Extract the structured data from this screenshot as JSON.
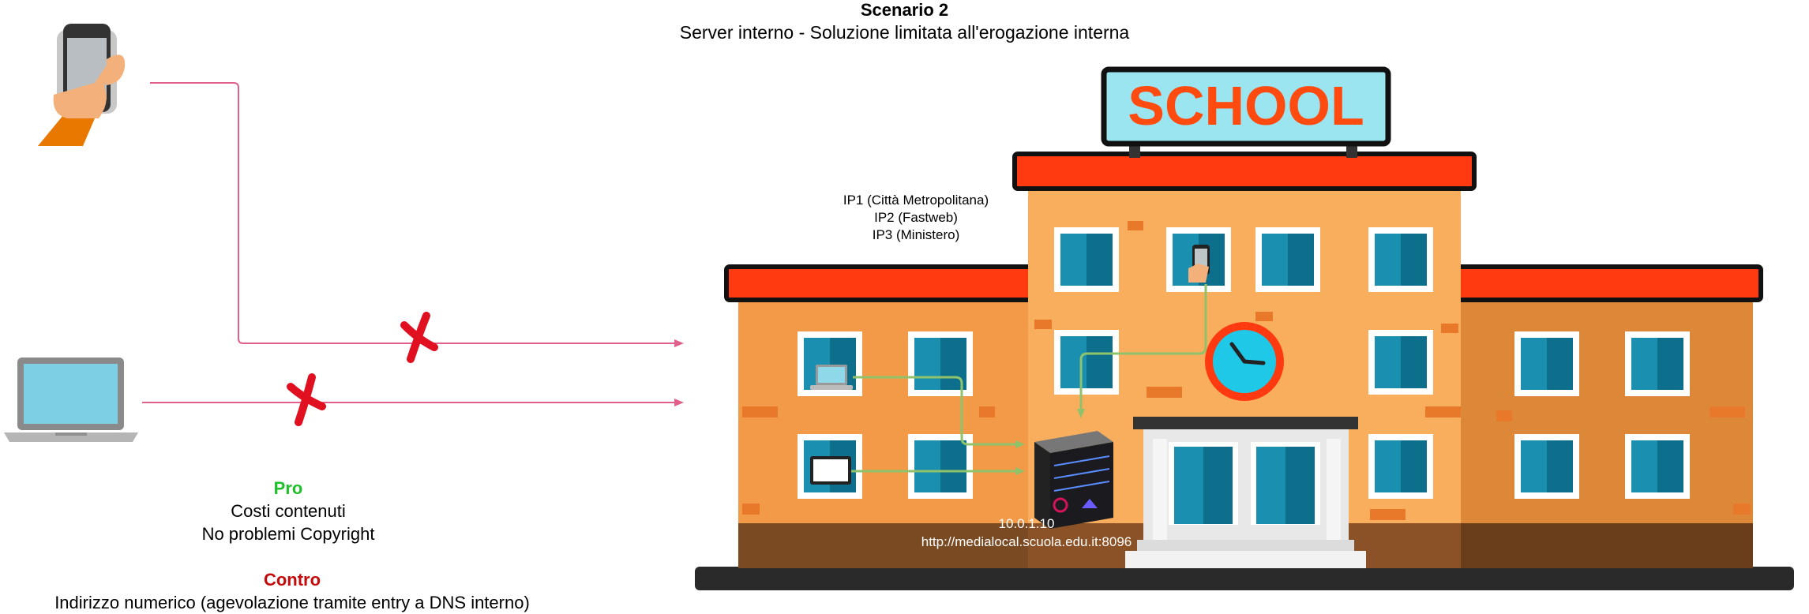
{
  "title": "Scenario 2",
  "subtitle": "Server interno - Soluzione limitata all'erogazione interna",
  "school_sign": "SCHOOL",
  "ip_list": [
    "IP1 (Città Metropolitana)",
    "IP2 (Fastweb)",
    "IP3 (Ministero)"
  ],
  "server": {
    "ip": "10.0.1.10",
    "url": "http://medialocal.scuola.edu.it:8096"
  },
  "pro": {
    "heading": "Pro",
    "items": [
      "Costi contenuti",
      "No problemi Copyright"
    ]
  },
  "contro": {
    "heading": "Contro",
    "items": [
      "Indirizzo numerico (agevolazione tramite entry a DNS interno)"
    ]
  },
  "colors": {
    "blocked_line": "#e0608a",
    "internal_line": "#8fc26a",
    "blocked_mark": "#e01020",
    "roof": "#ff3a10",
    "wall": "#f7a85a",
    "window": "#1a8fb0",
    "sign_bg": "#9be5f0"
  },
  "icons": [
    "smartphone-icon",
    "laptop-icon",
    "server-icon",
    "clock-icon",
    "blocked-x-icon"
  ]
}
